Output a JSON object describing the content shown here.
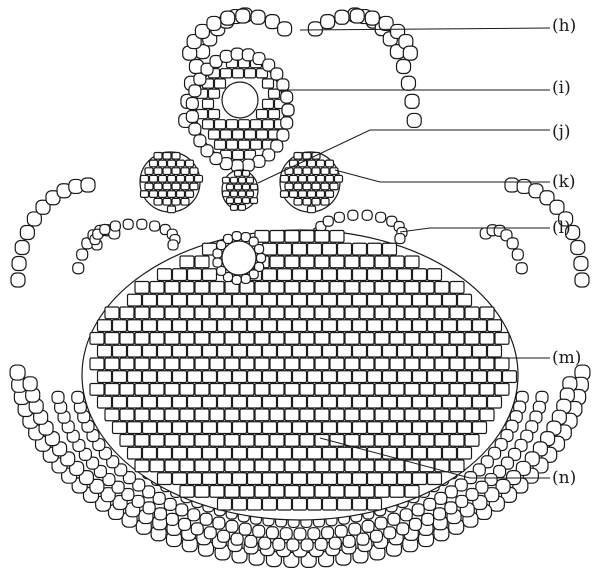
{
  "labels": {
    "h": "(h)",
    "i": "(i)",
    "j": "(j)",
    "k": "(k)",
    "l": "(l)",
    "m": "(m)",
    "n": "(n)"
  },
  "colors": {
    "stroke": "#1a1a1a",
    "fill": "#ffffff"
  }
}
